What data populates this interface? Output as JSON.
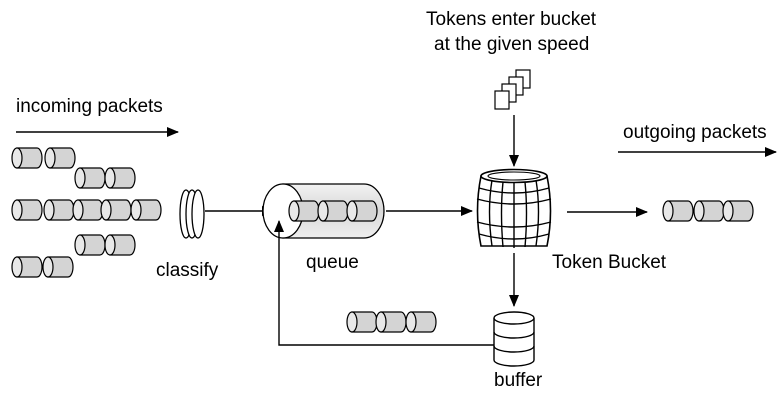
{
  "labels": {
    "incoming": "incoming packets",
    "outgoing": "outgoing packets",
    "classify": "classify",
    "queue": "queue",
    "bucket": "Token Bucket",
    "buffer": "buffer",
    "tokens_line1": "Tokens enter bucket",
    "tokens_line2": "at the given speed"
  },
  "colors": {
    "packet_fill": "#d4d4d4",
    "queue_fill": "#e0e0e0",
    "stroke": "#000000"
  }
}
